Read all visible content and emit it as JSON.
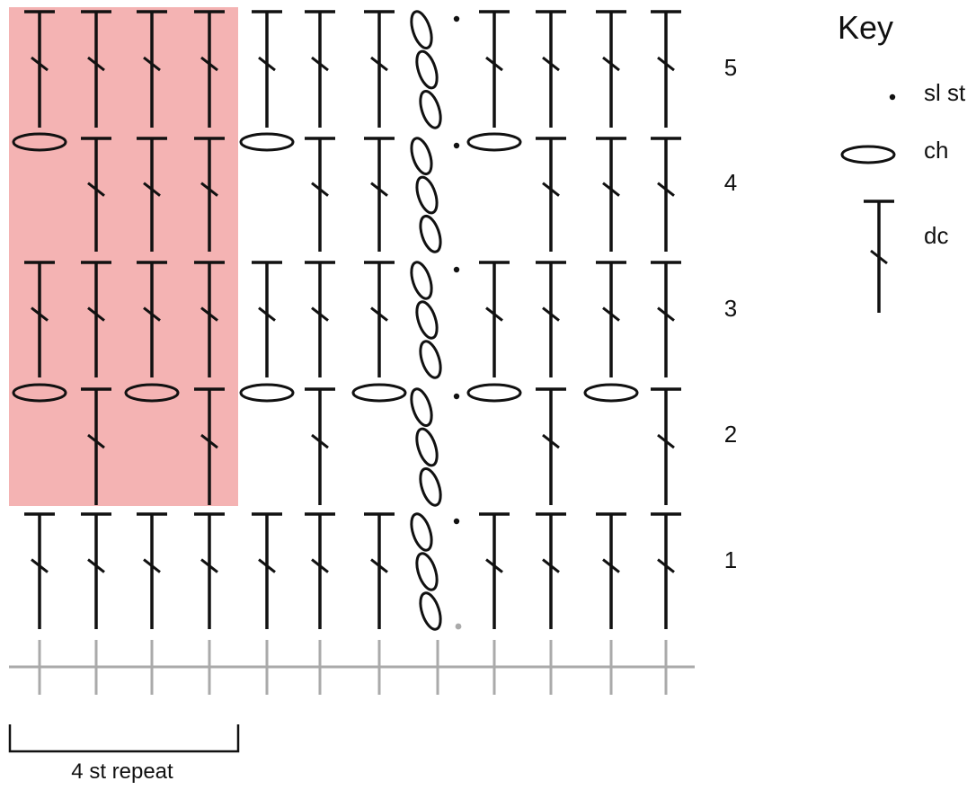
{
  "colors": {
    "stroke": "#111111",
    "foundation": "#aaaaaa",
    "repeat_highlight": "#f4b3b3",
    "slip_stitch_start": "#aaaaaa"
  },
  "rows": [
    {
      "number": "1",
      "stitches": [
        "dc",
        "dc",
        "dc",
        "dc",
        "dc",
        "dc",
        "dc",
        "ch3-turn",
        "dc",
        "dc",
        "dc",
        "dc"
      ]
    },
    {
      "number": "2",
      "stitches": [
        "ch",
        "dc",
        "ch",
        "dc",
        "ch",
        "dc",
        "ch",
        "ch3-turn",
        "ch",
        "dc",
        "ch",
        "dc"
      ]
    },
    {
      "number": "3",
      "stitches": [
        "dc",
        "dc",
        "dc",
        "dc",
        "dc",
        "dc",
        "dc",
        "ch3-turn",
        "dc",
        "dc",
        "dc",
        "dc"
      ]
    },
    {
      "number": "4",
      "stitches": [
        "ch",
        "dc",
        "dc",
        "dc",
        "ch",
        "dc",
        "dc",
        "ch3-turn",
        "ch",
        "dc",
        "dc",
        "dc"
      ]
    },
    {
      "number": "5",
      "stitches": [
        "dc",
        "dc",
        "dc",
        "dc",
        "dc",
        "dc",
        "dc",
        "ch3-turn",
        "dc",
        "dc",
        "dc",
        "dc"
      ]
    }
  ],
  "repeat": {
    "label": "4 st repeat",
    "stitch_count": 4,
    "highlighted_rows": 4
  },
  "key": {
    "title": "Key",
    "items": [
      {
        "symbol": "sl-st",
        "label": "sl st"
      },
      {
        "symbol": "ch",
        "label": "ch"
      },
      {
        "symbol": "dc",
        "label": "dc"
      }
    ]
  }
}
